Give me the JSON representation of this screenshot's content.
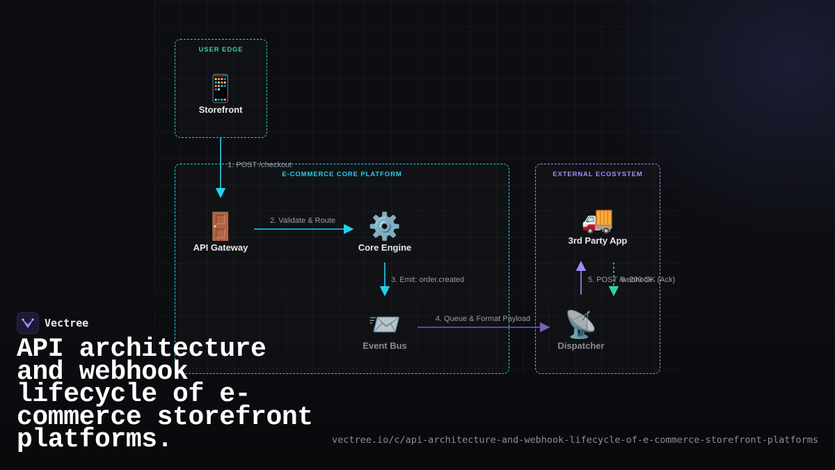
{
  "zones": {
    "user_edge": "USER EDGE",
    "core": "E-COMMERCE CORE PLATFORM",
    "external": "EXTERNAL ECOSYSTEM"
  },
  "nodes": {
    "storefront": {
      "label": "Storefront",
      "icon": "📱",
      "icon_name": "mobile-phone-icon"
    },
    "api_gateway": {
      "label": "API Gateway",
      "icon": "🚪",
      "icon_name": "door-icon"
    },
    "core_engine": {
      "label": "Core Engine",
      "icon": "⚙️",
      "icon_name": "gear-icon"
    },
    "event_bus": {
      "label": "Event Bus",
      "icon": "📨",
      "icon_name": "incoming-envelope-icon"
    },
    "dispatcher": {
      "label": "Dispatcher",
      "icon": "📡",
      "icon_name": "satellite-antenna-icon"
    },
    "third_party": {
      "label": "3rd Party App",
      "icon": "🚚",
      "icon_name": "delivery-truck-icon"
    }
  },
  "edges": {
    "e1": "1. POST /checkout",
    "e2": "2. Validate & Route",
    "e3": "3. Emit: order.created",
    "e4": "4. Queue & Format Payload",
    "e5": "5. POST /webhook",
    "e6": "6. 200 OK (Ack)"
  },
  "colors": {
    "user_edge": "#34d399",
    "core": "#22d3ee",
    "external": "#a78bfa",
    "queue": "#7c5cbf",
    "ack": "#34d399"
  },
  "brand": {
    "name": "Vectree",
    "logo_icon": "vectree-logo-icon"
  },
  "title": "API architecture and webhook lifecycle of e-commerce storefront platforms.",
  "url": "vectree.io/c/api-architecture-and-webhook-lifecycle-of-e-commerce-storefront-platforms"
}
